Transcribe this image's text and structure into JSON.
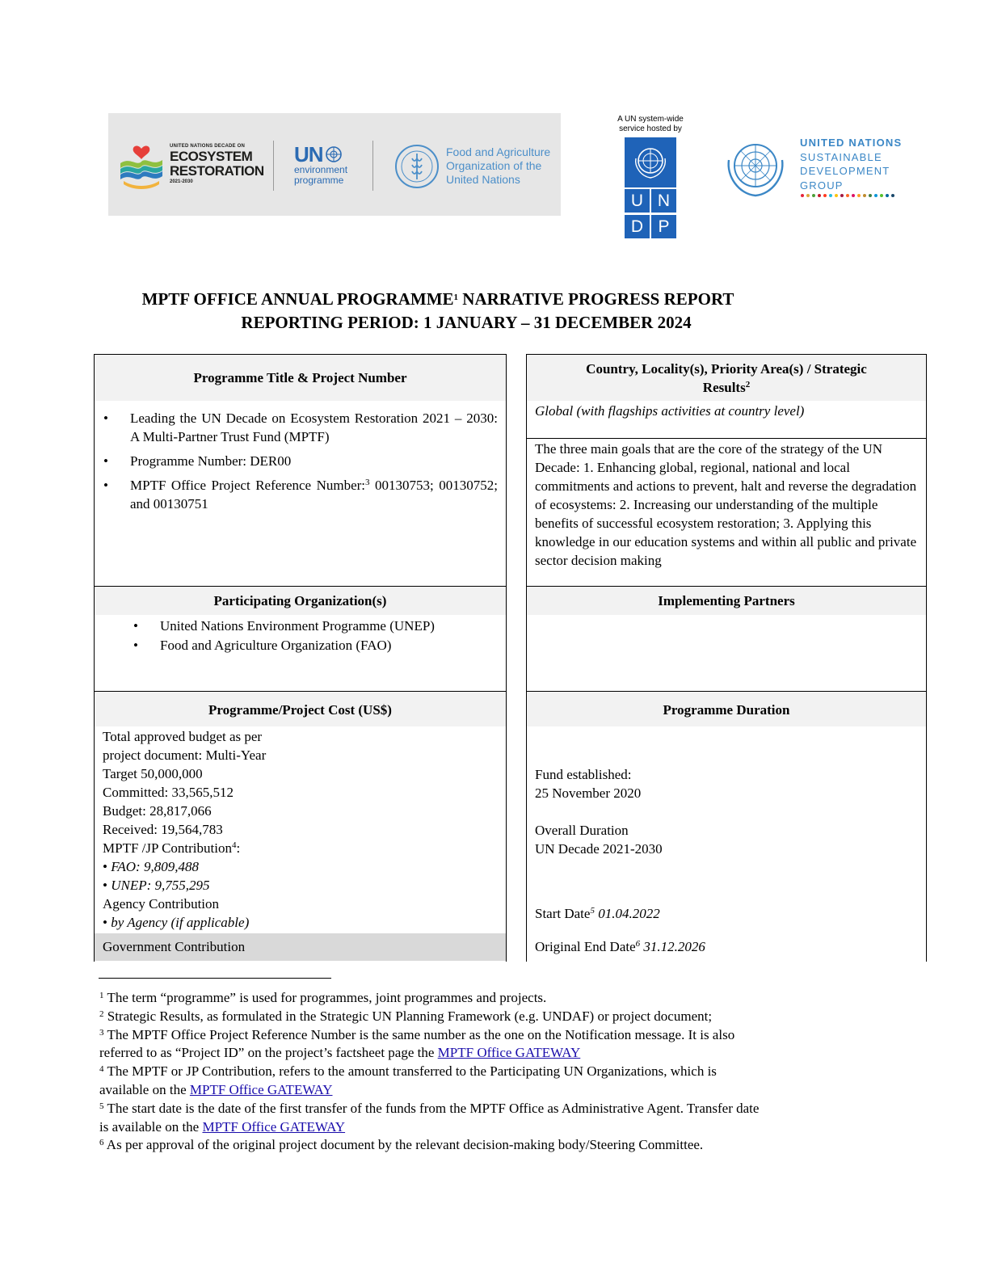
{
  "logos": {
    "ecosystem": {
      "line1": "UNITED NATIONS DECADE ON",
      "line2": "ECOSYSTEM",
      "line3": "RESTORATION",
      "years": "2021-2030"
    },
    "unep": {
      "un": "UN",
      "line1": "environment",
      "line2": "programme"
    },
    "fao": {
      "line1": "Food and Agriculture",
      "line2": "Organization of the",
      "line3": "United Nations"
    },
    "undp": {
      "caption_line1": "A UN system-wide",
      "caption_line2": "service hosted by",
      "letters": [
        "U",
        "N",
        "D",
        "P"
      ]
    },
    "unsdg": {
      "line1": "UNITED NATIONS",
      "line2": "SUSTAINABLE",
      "line3": "DEVELOPMENT",
      "line4": "GROUP"
    }
  },
  "title": {
    "line1": "MPTF OFFICE ANNUAL PROGRAMME",
    "line1_sup": "1",
    "line1_rest": " NARRATIVE PROGRESS REPORT",
    "line2": "REPORTING PERIOD: 1 JANUARY – 31 DECEMBER 2024"
  },
  "left_table": {
    "programme_title_header": "Programme Title & Project Number",
    "programme_items": {
      "item1": "Leading the UN Decade on Ecosystem Restoration 2021 – 2030: A Multi-Partner Trust Fund (MPTF)",
      "item2": "Programme Number: DER00",
      "item3_a": "MPTF Office Project Reference Number:",
      "item3_sup": "3",
      "item3_b": " 00130753; 00130752; and 00130751"
    },
    "participating_header": "Participating Organization(s)",
    "participating_items": {
      "item1": "United Nations Environment Programme (UNEP)",
      "item2": "Food and Agriculture Organization (FAO)"
    },
    "cost_header": "Programme/Project Cost (US$)",
    "cost": {
      "line1": "Total approved budget as per",
      "line2": "project document: Multi-Year",
      "line3": "Target 50,000,000",
      "line4": "Committed: 33,565,512",
      "line5": "Budget: 28,817,066",
      "line6": "Received: 19,564,783",
      "line7": "MPTF /JP Contribution",
      "line7_sup": "4",
      "line7_end": ":",
      "fao": "FAO: 9,809,488",
      "unep": "UNEP: 9,755,295",
      "agency": "Agency Contribution",
      "by_agency": "by Agency (if applicable)",
      "government": "Government Contribution"
    }
  },
  "right_table": {
    "country_header_a": "Country, Locality(s), Priority Area(s) / Strategic",
    "country_header_b": "Results",
    "country_header_sup": "2",
    "country_value": "Global (with flagships activities at country level)",
    "strategic_results": "The three main goals that are the core of the strategy of the UN Decade: 1. Enhancing global, regional, national and local commitments and actions to prevent, halt and reverse the degradation of ecosystems: 2. Increasing our understanding of the multiple benefits of successful ecosystem restoration; 3. Applying this knowledge in our education systems and within all public and private sector decision making",
    "implementing_header": "Implementing Partners",
    "duration_header": "Programme Duration",
    "duration": {
      "fund_established_label": "Fund established:",
      "fund_established_value": "25 November 2020",
      "overall_label": "Overall Duration",
      "overall_value": "UN Decade 2021-2030",
      "start_label": "Start Date",
      "start_sup": "5",
      "start_value": " 01.04.2022",
      "end_label": "Original End Date",
      "end_sup": "6",
      "end_value": " 31.12.2026"
    }
  },
  "footnotes": {
    "fn1_num": "1",
    "fn1": " The term “programme” is used for programmes, joint programmes and projects.",
    "fn2_num": "2",
    "fn2": " Strategic Results, as formulated in the Strategic UN Planning Framework (e.g. UNDAF) or project document;",
    "fn3_num": "3",
    "fn3_line1": " The MPTF Office Project Reference Number is the same number as the one on the Notification message. It is also",
    "fn3_line2": "referred to as  “Project ID” on the project’s factsheet page the ",
    "fn4_num": "4",
    "fn4_line1": " The MPTF or JP Contribution, refers to the amount transferred to the Participating UN Organizations, which is",
    "fn4_line2": "available on the ",
    "fn5_num": "5",
    "fn5_line1": " The start date is the date of the first transfer of the funds from the MPTF Office as Administrative Agent. Transfer date",
    "fn5_line2": "is available on the ",
    "fn6_num": "6",
    "fn6": " As per approval of the original project document by the relevant decision-making body/Steering Committee.",
    "link_text": "MPTF Office GATEWAY"
  },
  "colors": {
    "undp_blue": "#1f63b8",
    "un_blue": "#3b87c6",
    "header_grey": "#f2f2f2",
    "link_blue": "#1a0dab",
    "logo_band": "#e6e6e6"
  },
  "sdg_dot_colors": [
    "#e5243b",
    "#dda63a",
    "#4c9f38",
    "#c5192d",
    "#ff3a21",
    "#26bde2",
    "#fcc30b",
    "#a21942",
    "#fd6925",
    "#dd1367",
    "#fd9d24",
    "#bf8b2e",
    "#3f7e44",
    "#0a97d9",
    "#56c02b",
    "#00689d",
    "#19486a"
  ]
}
